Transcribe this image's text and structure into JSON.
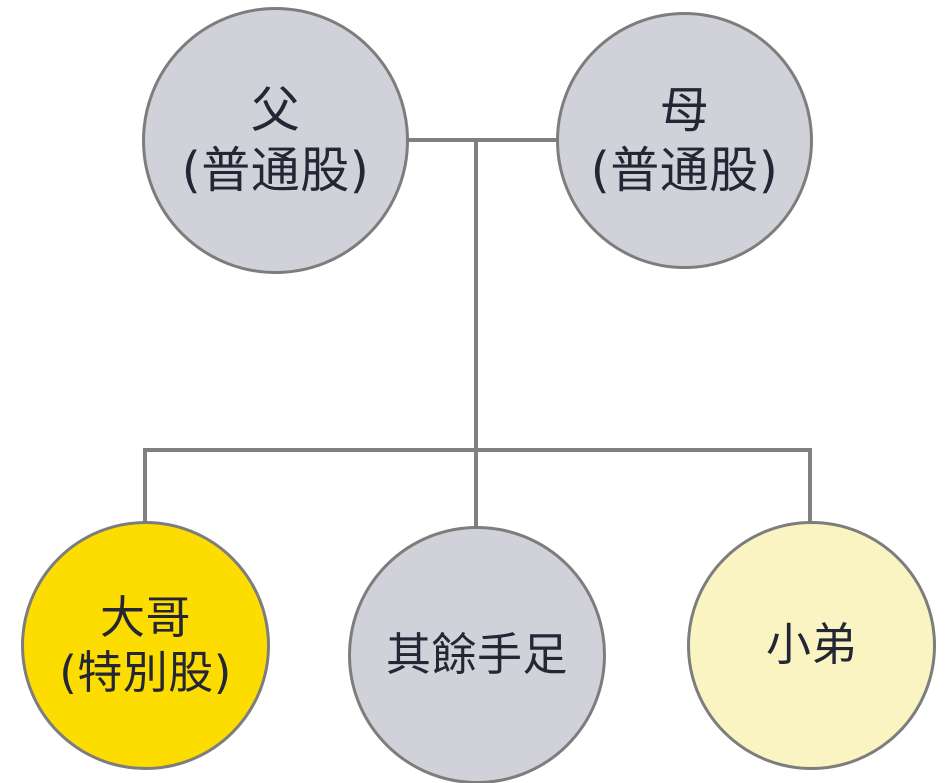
{
  "diagram": {
    "title": "family-share-structure-tree",
    "colors": {
      "node_gray_fill": "#d1d1da",
      "node_bright_yellow_fill": "#fddd00",
      "node_pale_yellow_fill": "#faf4c2",
      "node_stroke": "#7d7d7d",
      "connector_stroke": "#808080",
      "text": "#232635",
      "background": "#ffffff"
    },
    "nodes": [
      {
        "id": "father",
        "line1": "父",
        "line2": "(普通股)",
        "fill": "#d1d1da",
        "generation": "parents"
      },
      {
        "id": "mother",
        "line1": "母",
        "line2": "(普通股)",
        "fill": "#d1d1da",
        "generation": "parents"
      },
      {
        "id": "eldest",
        "line1": "大哥",
        "line2": "(特別股)",
        "fill": "#fddd00",
        "generation": "children"
      },
      {
        "id": "siblings",
        "line1": "其餘手足",
        "line2": "",
        "fill": "#d1d1da",
        "generation": "children"
      },
      {
        "id": "youngest",
        "line1": "小弟",
        "line2": "",
        "fill": "#faf4c2",
        "generation": "children"
      }
    ],
    "connectors": [
      {
        "id": "marriage-bar",
        "from": "father",
        "to": "mother"
      },
      {
        "id": "descent-line",
        "from": "marriage-bar",
        "to": "sibling-bar"
      },
      {
        "id": "sibling-bar",
        "from": "descent-line",
        "to": "children"
      },
      {
        "id": "drop-eldest",
        "from": "sibling-bar",
        "to": "eldest"
      },
      {
        "id": "drop-siblings",
        "from": "sibling-bar",
        "to": "siblings"
      },
      {
        "id": "drop-youngest",
        "from": "sibling-bar",
        "to": "youngest"
      }
    ]
  }
}
